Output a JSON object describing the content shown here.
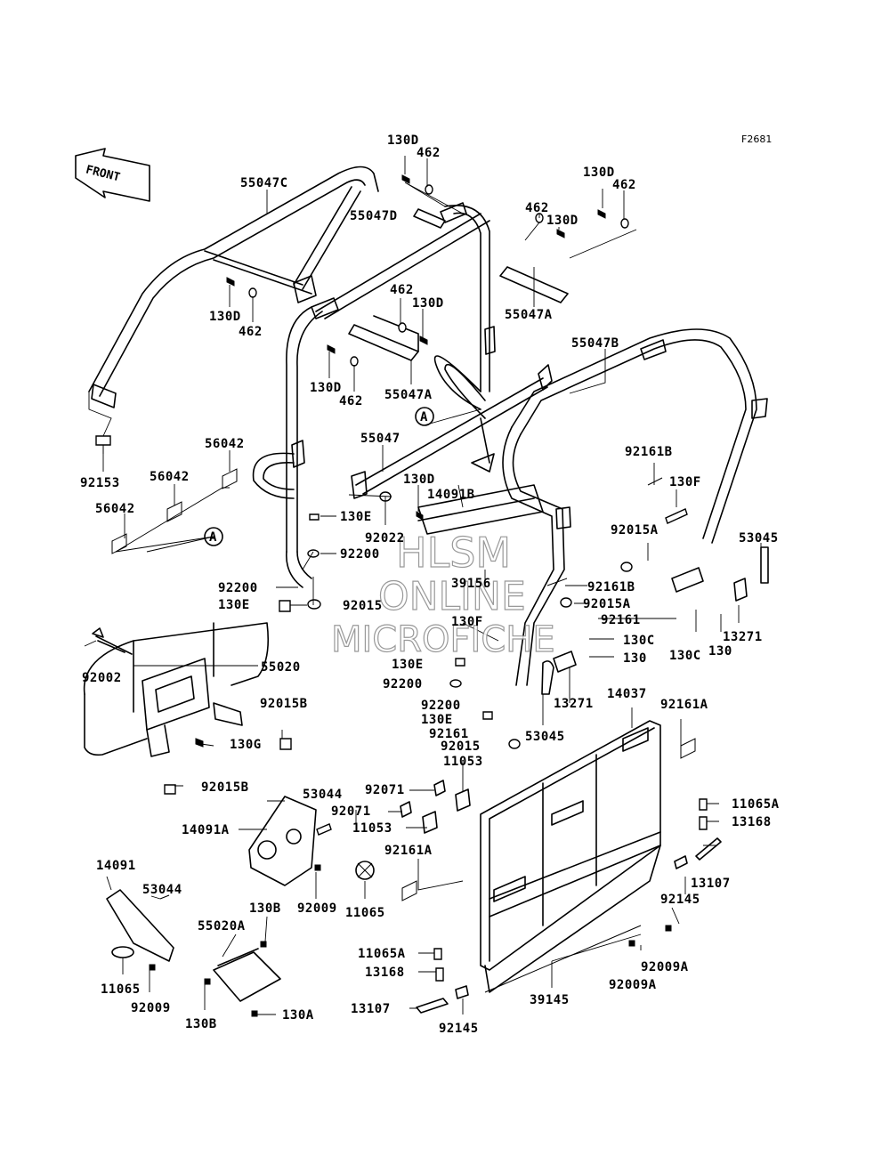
{
  "figure_id": "F2681",
  "direction_label": "FRONT",
  "callout_marker": "A",
  "watermark": {
    "line1": "HLSM",
    "line2": "ONLINE",
    "line3": "MICROFICHE"
  },
  "part_labels": {
    "p130d_1": "130D",
    "p462_1": "462",
    "p130d_2": "130D",
    "p462_2": "462",
    "p462_3": "462",
    "p130d_3": "130D",
    "p55047c": "55047C",
    "p55047d": "55047D",
    "p55047a_1": "55047A",
    "p130d_4": "130D",
    "p462_4": "462",
    "p462_5": "462",
    "p130d_5": "130D",
    "p130d_6": "130D",
    "p462_6": "462",
    "p55047a_2": "55047A",
    "p55047b": "55047B",
    "p92153": "92153",
    "p56042_1": "56042",
    "p56042_2": "56042",
    "p56042_3": "56042",
    "p55047": "55047",
    "p130d_7": "130D",
    "p14091b": "14091B",
    "p92022": "92022",
    "p130e_1": "130E",
    "p92200_1": "92200",
    "p92200_2": "92200",
    "p130e_2": "130E",
    "p92015_1": "92015",
    "p39156": "39156",
    "p92161b_1": "92161B",
    "p130f_1": "130F",
    "p92015a_1": "92015A",
    "p53045_1": "53045",
    "p92161b_2": "92161B",
    "p92015a_2": "92015A",
    "p92161": "92161",
    "p130f_2": "130F",
    "p130c_1": "130C",
    "p130_1": "130",
    "p13271_1": "13271",
    "p130c_2": "130C",
    "p130_2": "130",
    "p13271_2": "13271",
    "p92002": "92002",
    "p55020": "55020",
    "p92015b_1": "92015B",
    "p130g": "130G",
    "p92015b_2": "92015B",
    "p130e_3": "130E",
    "p92200_3": "92200",
    "p92200_4": "92200",
    "p130e_4": "130E",
    "p92161_2": "92161",
    "p92015_2": "92015",
    "p53045_2": "53045",
    "p14037": "14037",
    "p92161a_1": "92161A",
    "p11053_1": "11053",
    "p92071_1": "92071",
    "p92071_2": "92071",
    "p11053_2": "11053",
    "p53044_1": "53044",
    "p14091a": "14091A",
    "p92161a_2": "92161A",
    "p11065a_1": "11065A",
    "p13168_1": "13168",
    "p14091": "14091",
    "p53044_2": "53044",
    "p92009_1": "92009",
    "p11065_1": "11065",
    "p130b_1": "130B",
    "p55020a": "55020A",
    "p13107_1": "13107",
    "p92145_1": "92145",
    "p92009a_1": "92009A",
    "p92009a_2": "92009A",
    "p11065_2": "11065",
    "p92009_2": "92009",
    "p130b_2": "130B",
    "p130a": "130A",
    "p11065a_2": "11065A",
    "p13168_2": "13168",
    "p13107_2": "13107",
    "p39145": "39145",
    "p92145_2": "92145"
  }
}
